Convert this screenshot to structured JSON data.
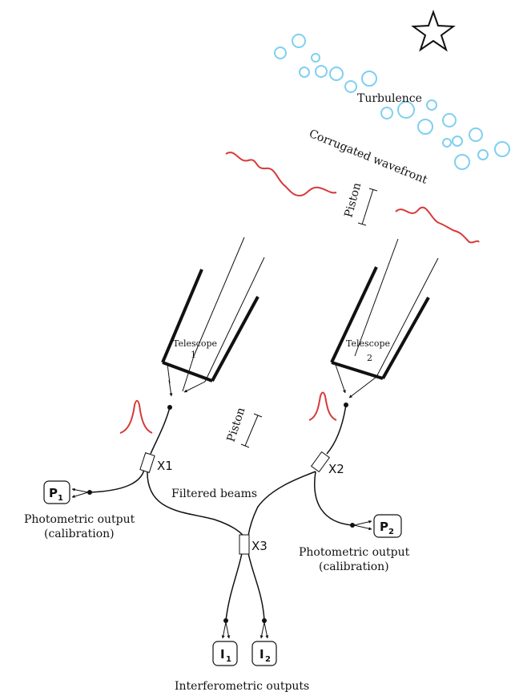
{
  "labels": {
    "turbulence": "Turbulence",
    "wavefront": "Corrugated wavefront",
    "piston_top": "Piston",
    "piston_mid": "Piston",
    "telescope1_name": "Telescope",
    "telescope1_num": "1",
    "telescope2_name": "Telescope",
    "telescope2_num": "2",
    "x1": "X1",
    "x2": "X2",
    "x3": "X3",
    "filtered": "Filtered beams",
    "p1_letter": "P",
    "p1_sub": "1",
    "p2_letter": "P",
    "p2_sub": "2",
    "i1_letter": "I",
    "i1_sub": "1",
    "i2_letter": "I",
    "i2_sub": "2",
    "photo1_line1": "Photometric output",
    "photo1_line2": "(calibration)",
    "photo2_line1": "Photometric output",
    "photo2_line2": "(calibration)",
    "interf": "Interferometric outputs"
  },
  "colors": {
    "turbulence": "#7fd0ee",
    "wavefront": "#d73a3a",
    "line": "#111111"
  }
}
